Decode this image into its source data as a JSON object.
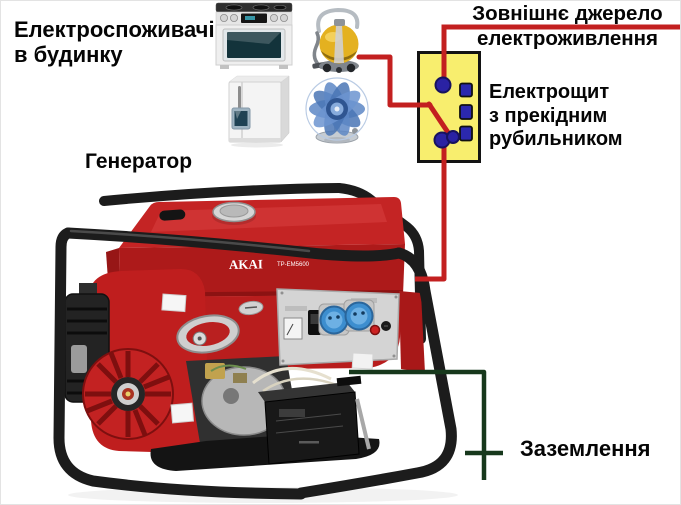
{
  "labels": {
    "house_consumers": [
      "Електроспоживачі",
      "в будинку"
    ],
    "generator": "Генератор",
    "external_source": [
      "Зовнішнє джерело",
      "електроживлення"
    ],
    "switchboard": [
      "Електрощит",
      "з прекідним",
      "рубильником"
    ],
    "grounding": "Заземлення"
  },
  "generator": {
    "brand": "AKAI",
    "model": "TP-EM5600"
  },
  "colors": {
    "power_wire": "#c32020",
    "ground_wire": "#17381c",
    "switch_box_fill": "#f8ee6e",
    "switch_box_border": "#131313",
    "switch_contact": "#2a22a3",
    "breaker_square": "#2b28ad",
    "generator_body": "#bb1d1d"
  },
  "icons": {
    "appliances": [
      "stove-icon",
      "vacuum-cleaner-icon",
      "refrigerator-icon",
      "fan-icon"
    ],
    "ground_symbol": "ground-cross-icon"
  }
}
